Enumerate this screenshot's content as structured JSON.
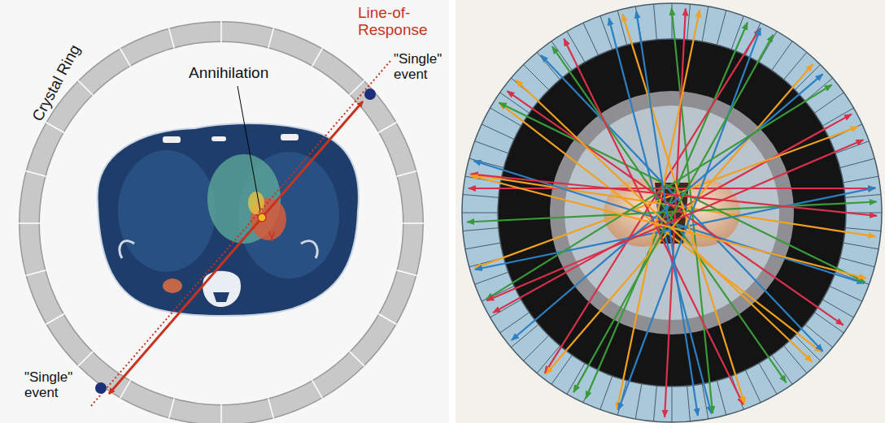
{
  "diagram": {
    "labels": [
      "Crystal Ring",
      "Line-of-Response",
      "Annihilation",
      "\"Single\" event",
      "\"Single\" event",
      "γ"
    ]
  }
}
